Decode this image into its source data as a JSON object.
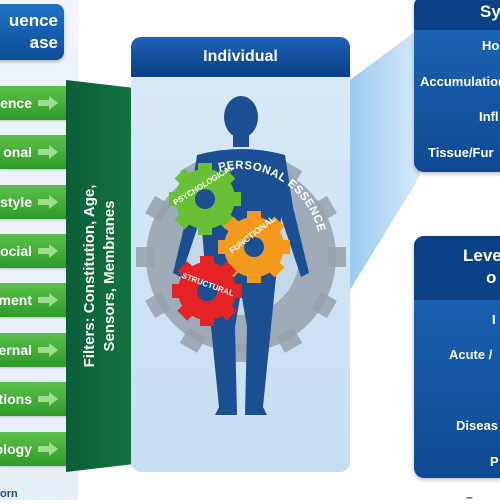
{
  "left_column": {
    "title_line1": "uence",
    "title_line2": "ase",
    "rows": [
      {
        "label": "ence"
      },
      {
        "label": "onal"
      },
      {
        "label": "style"
      },
      {
        "label": "ocial"
      },
      {
        "label": "ment"
      },
      {
        "label": "ernal"
      },
      {
        "label": "tions"
      },
      {
        "label": "ology"
      }
    ],
    "bottom_text": "orn"
  },
  "filter": {
    "line1": "Filters: Constitution, Age,",
    "line2": "Sensors, Membranes"
  },
  "individual": {
    "header": "Individual",
    "arc_label": "PERSONAL ESSENCE",
    "gears": {
      "psychological": "PSYCHOLOGICAL",
      "functional": "FUNCTIONAL",
      "structural": "STRUCTURAL"
    }
  },
  "right_column": {
    "box1": {
      "title": "Sy",
      "items": [
        "Ho",
        "Accumulation",
        "Infl",
        "Tissue/Fur"
      ]
    },
    "box2": {
      "title_line1": "Leve",
      "title_line2": "o",
      "items": [
        "I",
        "Acute /",
        "",
        "Diseas",
        "P"
      ]
    },
    "bottom_text": "–"
  },
  "colors": {
    "left_green": "#3aa834",
    "filter_dark_green": "#0f6a3c",
    "header_blue": "#0b3f86",
    "panel_light_blue": "#cfe3f4",
    "body_blue": "#1c4f91",
    "gear_grey": "#97a2ad",
    "gear_green": "#6bbf35",
    "gear_orange": "#f39a1e",
    "gear_red": "#e52224"
  }
}
